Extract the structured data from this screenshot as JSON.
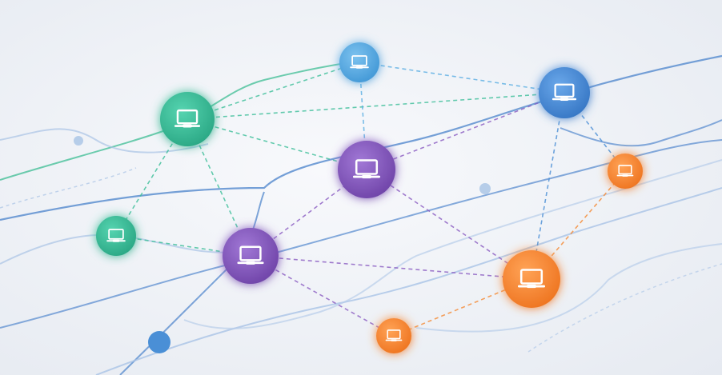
{
  "diagram": {
    "kind": "network",
    "node_icon": "laptop-icon",
    "colors": {
      "teal": "#3dbf9a",
      "blue": "#4a8fd6",
      "light_blue": "#5aaee3",
      "purple": "#8a5cc2",
      "orange": "#f58a34",
      "background": "#eef1f6"
    },
    "nodes": [
      {
        "id": "teal-large",
        "color": "teal"
      },
      {
        "id": "teal-small",
        "color": "teal"
      },
      {
        "id": "light-blue-top",
        "color": "light_blue"
      },
      {
        "id": "blue-right",
        "color": "blue"
      },
      {
        "id": "purple-center",
        "color": "purple"
      },
      {
        "id": "purple-lower",
        "color": "purple"
      },
      {
        "id": "orange-small-right",
        "color": "orange"
      },
      {
        "id": "orange-large",
        "color": "orange"
      },
      {
        "id": "orange-small-bottom",
        "color": "orange"
      }
    ],
    "edges": [
      [
        "teal-large",
        "light-blue-top"
      ],
      [
        "teal-large",
        "blue-right"
      ],
      [
        "teal-large",
        "purple-center"
      ],
      [
        "teal-large",
        "teal-small"
      ],
      [
        "teal-large",
        "purple-lower"
      ],
      [
        "light-blue-top",
        "blue-right"
      ],
      [
        "light-blue-top",
        "purple-center"
      ],
      [
        "teal-small",
        "purple-lower"
      ],
      [
        "purple-lower",
        "purple-center"
      ],
      [
        "purple-lower",
        "orange-large"
      ],
      [
        "purple-lower",
        "orange-small-bottom"
      ],
      [
        "purple-center",
        "blue-right"
      ],
      [
        "purple-center",
        "orange-large"
      ],
      [
        "blue-right",
        "orange-small-right"
      ],
      [
        "blue-right",
        "orange-large"
      ],
      [
        "orange-small-right",
        "orange-large"
      ],
      [
        "orange-large",
        "orange-small-bottom"
      ]
    ]
  }
}
